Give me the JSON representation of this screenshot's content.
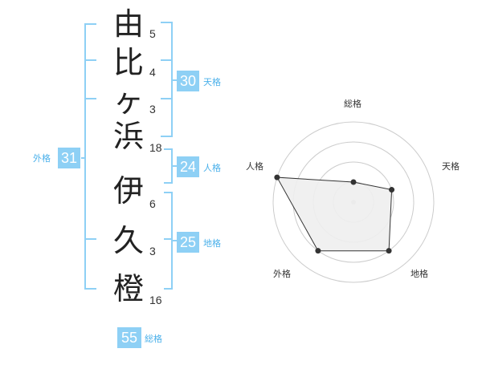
{
  "name_chars": [
    {
      "char": "由",
      "strokes": "5"
    },
    {
      "char": "比",
      "strokes": "4"
    },
    {
      "char": "ヶ",
      "strokes": "3"
    },
    {
      "char": "浜",
      "strokes": "18"
    },
    {
      "char": "伊",
      "strokes": "6"
    },
    {
      "char": "久",
      "strokes": "3"
    },
    {
      "char": "橙",
      "strokes": "16"
    }
  ],
  "kaku": {
    "tenkaku": {
      "value": "30",
      "label": "天格"
    },
    "jinkaku": {
      "value": "24",
      "label": "人格"
    },
    "chikaku": {
      "value": "25",
      "label": "地格"
    },
    "gaikaku": {
      "value": "31",
      "label": "外格"
    },
    "soukaku": {
      "value": "55",
      "label": "総格"
    }
  },
  "radar": {
    "labels": {
      "soukaku": "総格",
      "tenkaku": "天格",
      "chikaku": "地格",
      "gaikaku": "外格",
      "jinkaku": "人格"
    },
    "max": 4,
    "values": {
      "soukaku": 1,
      "tenkaku": 2,
      "chikaku": 3,
      "gaikaku": 3,
      "jinkaku": 4
    },
    "colors": {
      "fill": "#eeeeee",
      "stroke": "#333333",
      "grid": "#cccccc",
      "axis": "#cccccc",
      "point": "#333333"
    }
  },
  "colors": {
    "bracket": "#8ed0f5",
    "box": "#8ed0f5",
    "label": "#4ab0ea"
  }
}
